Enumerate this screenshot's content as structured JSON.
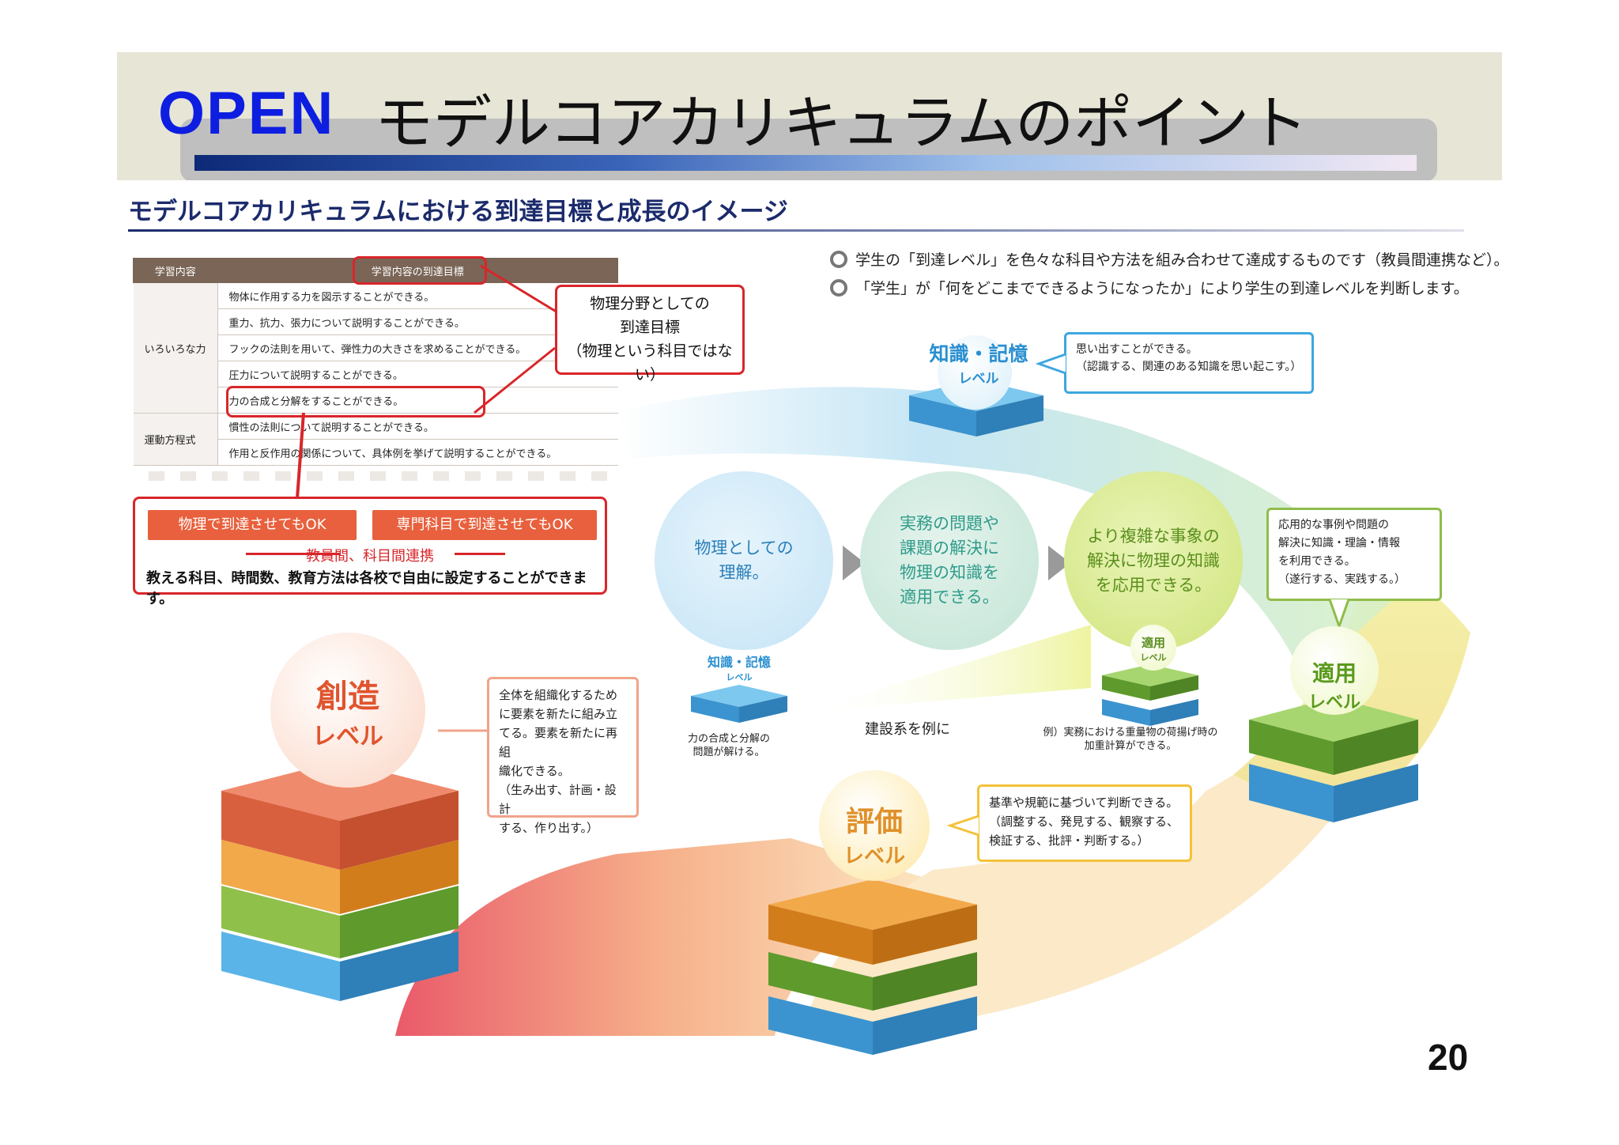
{
  "slide": {
    "badge": "OPEN",
    "title": "モデルコアカリキュラムのポイント",
    "page_number": "20"
  },
  "figure": {
    "subtitle": "モデルコアカリキュラムにおける到達目標と成長のイメージ",
    "bullets": [
      "学生の「到達レベル」を色々な科目や方法を組み合わせて達成するものです（教員間連携など）。",
      "「学生」が「何をどこまでできるようになったか」により学生の到達レベルを判断します。"
    ],
    "table": {
      "headers": [
        "学習内容",
        "学習内容の到達目標"
      ],
      "rows": [
        {
          "category": "いろいろな力",
          "item": "物体に作用する力を図示することができる。"
        },
        {
          "category": "",
          "item": "重力、抗力、張力について説明することができる。"
        },
        {
          "category": "",
          "item": "フックの法則を用いて、弾性力の大きさを求めることができる。"
        },
        {
          "category": "",
          "item": "圧力について説明することができる。"
        },
        {
          "category": "",
          "item": "力の合成と分解をすることができる。"
        },
        {
          "category": "運動方程式",
          "item": "慣性の法則について説明することができる。"
        },
        {
          "category": "",
          "item": "作用と反作用の関係について、具体例を挙げて説明することができる。"
        }
      ]
    },
    "red_callout": [
      "物理分野としての",
      "到達目標",
      "（物理という科目ではない）"
    ],
    "ok_buttons": [
      "物理で到達させてもOK",
      "専門科目で到達させてもOK"
    ],
    "liaison": "教員間、科目間連携",
    "ok_note": "教える科目、時間数、教育方法は各校で自由に設定することができます。",
    "circles": [
      {
        "lines": [
          "物理としての",
          "理解。"
        ]
      },
      {
        "lines": [
          "実務の問題や",
          "課題の解決に",
          "物理の知識を",
          "適用できる。"
        ]
      },
      {
        "lines": [
          "より複雑な事象の",
          "解決に物理の知識",
          "を応用できる。"
        ]
      }
    ],
    "levels": {
      "knowledge": {
        "name": "知識・記憶",
        "suffix": "レベル",
        "desc": [
          "思い出すことができる。",
          "（認識する、関連のある知識を思い起こす。）"
        ]
      },
      "knowledge_small": {
        "name": "知識・記憶",
        "suffix": "レベル",
        "caption": [
          "力の合成と分解の",
          "問題が解ける。"
        ]
      },
      "apply_small": {
        "name": "適用",
        "suffix": "レベル",
        "caption": [
          "例）実務における重量物の荷揚げ時の",
          "加重計算ができる。"
        ]
      },
      "apply": {
        "name": "適用",
        "suffix": "レベル",
        "desc": [
          "応用的な事例や問題の",
          "解決に知識・理論・情報",
          "を利用できる。",
          "（遂行する、実践する。）"
        ]
      },
      "evaluate": {
        "name": "評価",
        "suffix": "レベル",
        "desc": [
          "基準や規範に基づいて判断できる。",
          "（調整する、発見する、観察する、",
          "検証する、批評・判断する。）"
        ]
      },
      "create": {
        "name": "創造",
        "suffix": "レベル",
        "desc": [
          "全体を組織化するため",
          "に要素を新たに組み立",
          "てる。要素を新たに再組",
          "織化できる。",
          "（生み出す、計画・設計",
          "する、作り出す。）"
        ]
      }
    },
    "example_label": "建設系を例に",
    "colors": {
      "red": "#d8262a",
      "orange": "#e8603d",
      "blue": "#3ea6e0",
      "green": "#7fb43a",
      "yellow": "#f4c23a",
      "brand_blue": "#0d1ee0"
    }
  }
}
